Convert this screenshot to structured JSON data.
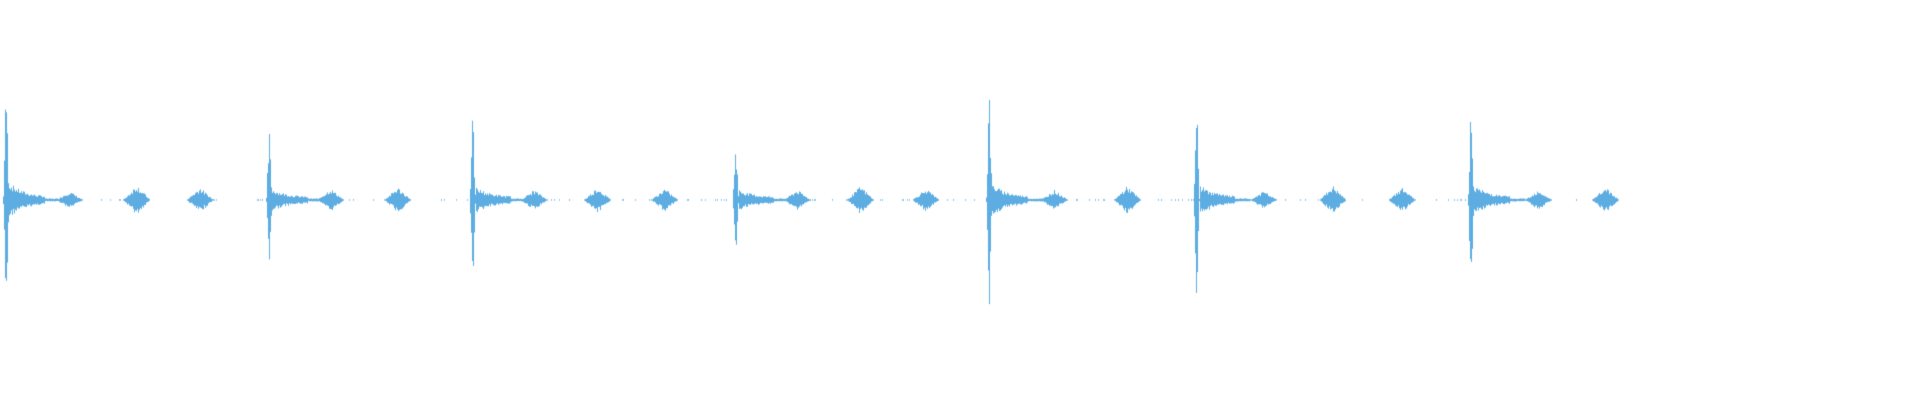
{
  "waveform": {
    "color": "#5dade2",
    "background": "#ffffff",
    "events": [
      {
        "t": 0.003,
        "peak": 1.0,
        "tail": [
          {
            "t": 0.036,
            "a": 0.07
          },
          {
            "t": 0.071,
            "a": 0.12
          },
          {
            "t": 0.104,
            "a": 0.1
          }
        ]
      },
      {
        "t": 0.14,
        "peak": 0.57,
        "tail": [
          {
            "t": 0.172,
            "a": 0.09
          },
          {
            "t": 0.207,
            "a": 0.1
          }
        ]
      },
      {
        "t": 0.246,
        "peak": 0.69,
        "tail": [
          {
            "t": 0.278,
            "a": 0.08
          },
          {
            "t": 0.311,
            "a": 0.1
          },
          {
            "t": 0.346,
            "a": 0.09
          }
        ]
      },
      {
        "t": 0.383,
        "peak": 0.52,
        "tail": [
          {
            "t": 0.415,
            "a": 0.08
          },
          {
            "t": 0.448,
            "a": 0.11
          },
          {
            "t": 0.482,
            "a": 0.09
          }
        ]
      },
      {
        "t": 0.515,
        "peak": 0.9,
        "tail": [
          {
            "t": 0.549,
            "a": 0.08
          },
          {
            "t": 0.587,
            "a": 0.11
          }
        ]
      },
      {
        "t": 0.623,
        "peak": 0.83,
        "tail": [
          {
            "t": 0.658,
            "a": 0.07
          },
          {
            "t": 0.694,
            "a": 0.11
          },
          {
            "t": 0.73,
            "a": 0.1
          }
        ]
      },
      {
        "t": 0.766,
        "peak": 0.81,
        "tail": [
          {
            "t": 0.801,
            "a": 0.08
          },
          {
            "t": 0.836,
            "a": 0.1
          }
        ]
      }
    ],
    "end": 0.848
  }
}
